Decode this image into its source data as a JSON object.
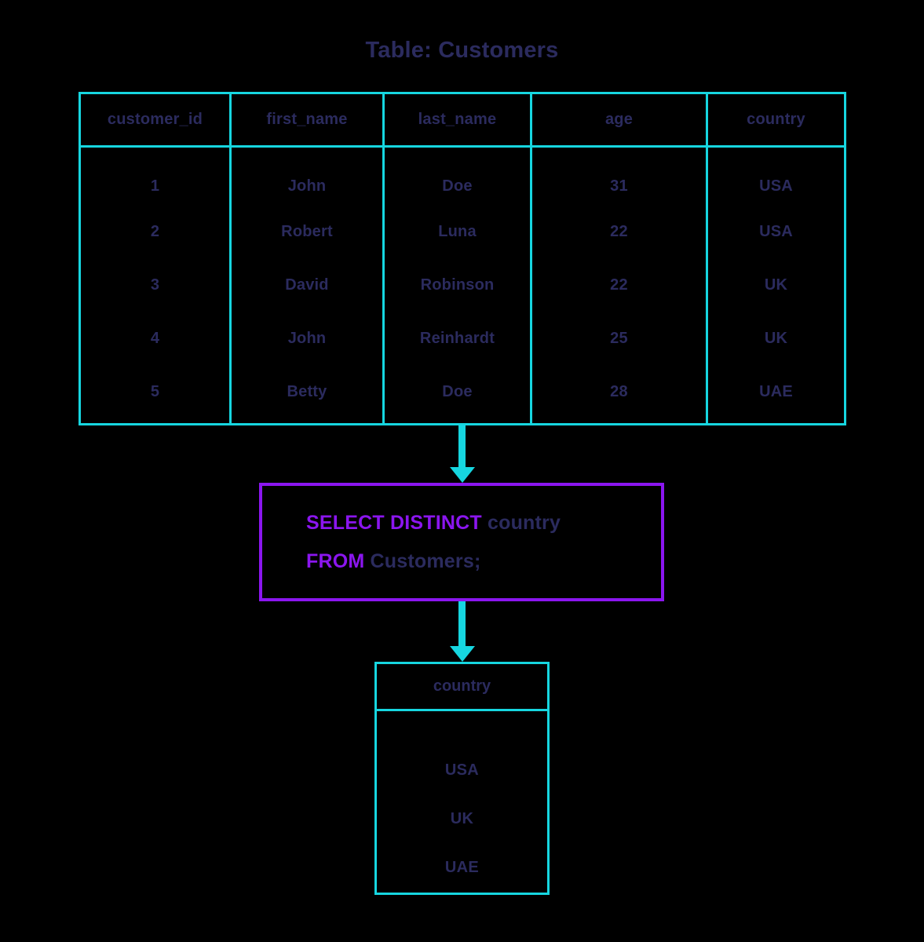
{
  "title": "Table: Customers",
  "colors": {
    "background": "#000000",
    "table_border": "#16d6e0",
    "text": "#2b2b5e",
    "keyword": "#8b16ef",
    "query_border": "#8b16ef",
    "arrow": "#16d6e0"
  },
  "source_table": {
    "name": "Customers",
    "columns": [
      "customer_id",
      "first_name",
      "last_name",
      "age",
      "country"
    ],
    "rows": [
      [
        "1",
        "John",
        "Doe",
        "31",
        "USA"
      ],
      [
        "2",
        "Robert",
        "Luna",
        "22",
        "USA"
      ],
      [
        "3",
        "David",
        "Robinson",
        "22",
        "UK"
      ],
      [
        "4",
        "John",
        "Reinhardt",
        "25",
        "UK"
      ],
      [
        "5",
        "Betty",
        "Doe",
        "28",
        "UAE"
      ]
    ]
  },
  "query": {
    "line1_keyword": "SELECT DISTINCT",
    "line1_rest": " country",
    "line2_keyword": "FROM",
    "line2_rest": " Customers;",
    "full_text": "SELECT DISTINCT country FROM Customers;"
  },
  "result_table": {
    "columns": [
      "country"
    ],
    "rows": [
      "USA",
      "UK",
      "UAE"
    ]
  },
  "arrows": {
    "arrow_1_label": "table-to-query-arrow",
    "arrow_2_label": "query-to-result-arrow"
  }
}
